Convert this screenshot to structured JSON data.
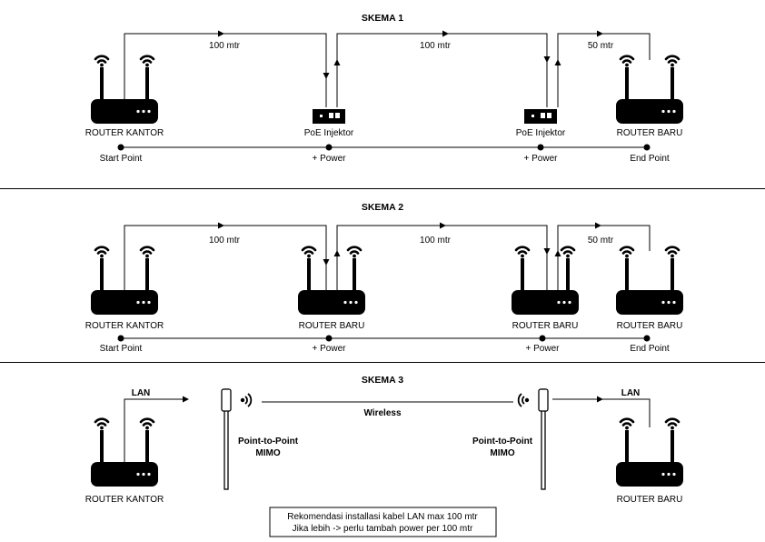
{
  "schema1": {
    "title": "SKEMA 1",
    "seg1_label": "100 mtr",
    "seg2_label": "100 mtr",
    "seg3_label": "50 mtr",
    "router_office": "ROUTER KANTOR",
    "injector1": "PoE Injektor",
    "injector2": "PoE Injektor",
    "router_new": "ROUTER BARU",
    "start_point": "Start Point",
    "power1": "+ Power",
    "power2": "+ Power",
    "end_point": "End Point"
  },
  "schema2": {
    "title": "SKEMA 2",
    "seg1_label": "100 mtr",
    "seg2_label": "100 mtr",
    "seg3_label": "50 mtr",
    "router_office": "ROUTER KANTOR",
    "router_mid1": "ROUTER BARU",
    "router_mid2": "ROUTER BARU",
    "router_new": "ROUTER BARU",
    "start_point": "Start Point",
    "power1": "+ Power",
    "power2": "+ Power",
    "end_point": "End Point"
  },
  "schema3": {
    "title": "SKEMA 3",
    "lan_left": "LAN",
    "lan_right": "LAN",
    "wireless": "Wireless",
    "ptp_left_line1": "Point-to-Point",
    "ptp_left_line2": "MIMO",
    "ptp_right_line1": "Point-to-Point",
    "ptp_right_line2": "MIMO",
    "router_office": "ROUTER KANTOR",
    "router_new": "ROUTER BARU"
  },
  "note": {
    "line1": "Rekomendasi installasi kabel LAN max 100 mtr",
    "line2": "Jika lebih -> perlu tambah power per 100 mtr"
  }
}
